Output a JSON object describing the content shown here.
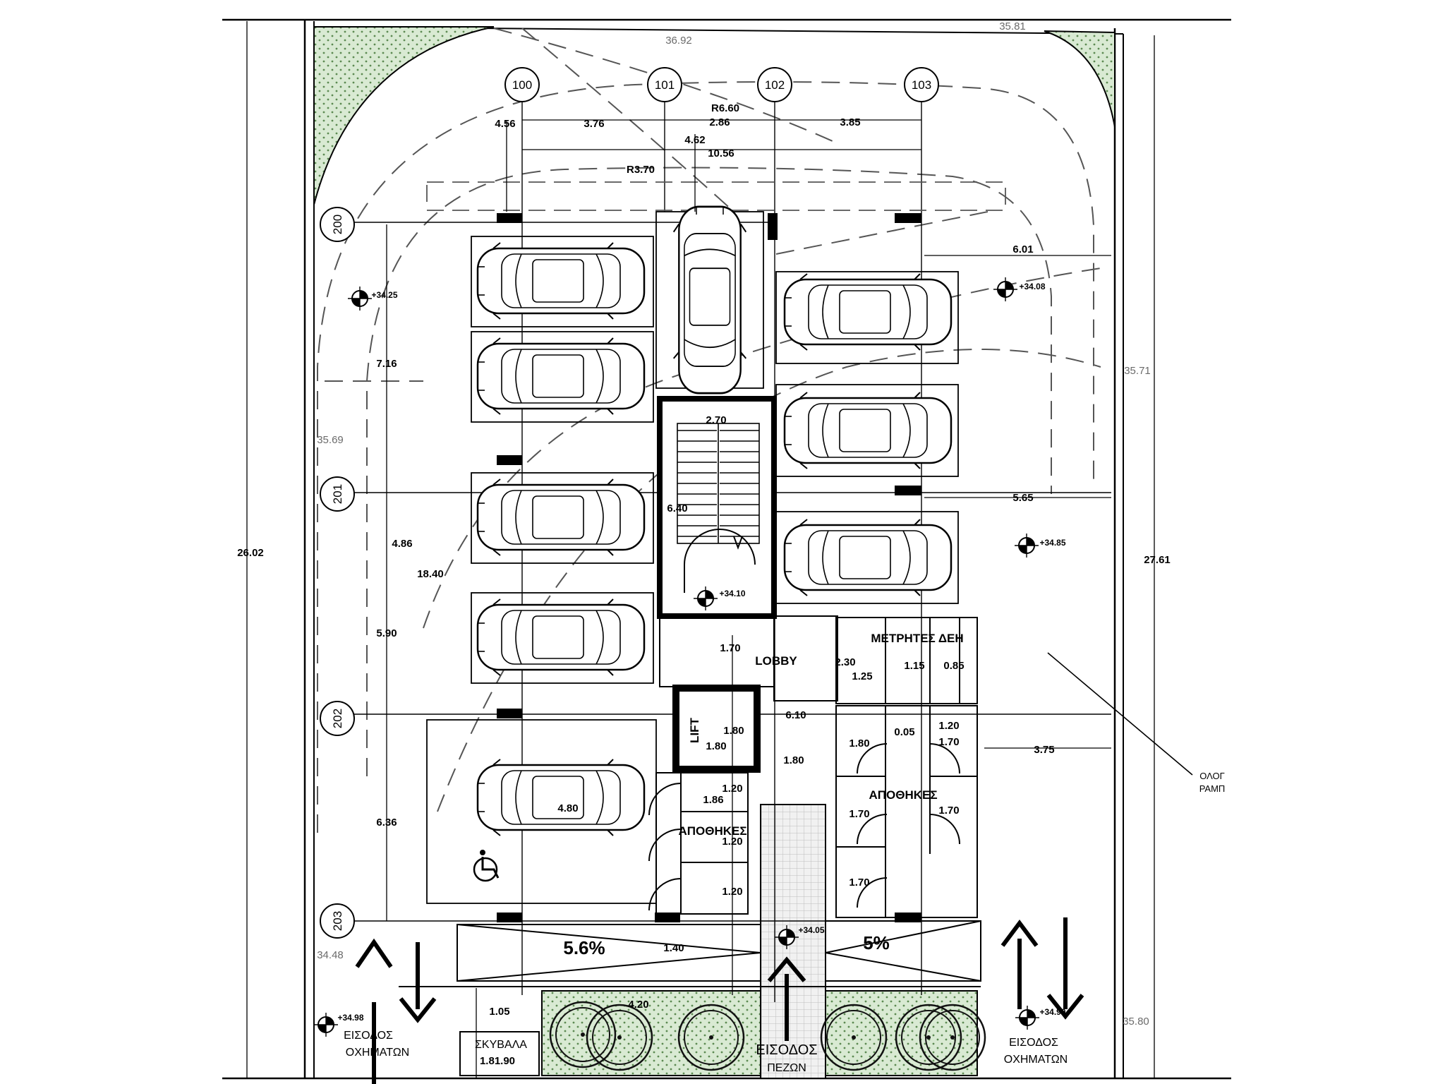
{
  "grid_axes": {
    "columns": [
      "100",
      "101",
      "102",
      "103"
    ],
    "rows": [
      "200",
      "201",
      "202",
      "203"
    ]
  },
  "dimensions": {
    "overall_left": "26.02",
    "overall_right": "27.61",
    "top_bays": [
      "3.76",
      "2.86",
      "3.85"
    ],
    "top_total": "10.56",
    "top_left_offset": "4.56",
    "top_mid": "4.62",
    "radius_outer": "R6.60",
    "radius_inner": "R3.70",
    "row_spans": [
      "7.16",
      "5.90",
      "6.36"
    ],
    "row_total": "18.40",
    "left_bay": "4.86",
    "stair_width": "2.70",
    "stair_length": "6.40",
    "lobby_depth": "1.70",
    "lift_h": "1.80",
    "lift_w": "1.80",
    "corridor": "1.80",
    "core_width": "6.10",
    "meter_a": "2.30",
    "meter_b": "1.25",
    "meter_c": "1.15",
    "meter_d": "0.85",
    "store_a": "1.80",
    "store_b": "0.05",
    "store_c": "1.20",
    "store_d": "1.70",
    "store_e": "1.70",
    "store_f": "1.70",
    "store_g": "1.70",
    "store_left_a": "1.86",
    "store_left_b": "1.20",
    "store_left_c": "1.20",
    "store_left_d": "1.20",
    "accessible_bay": "4.80",
    "right_drive_top": "6.01",
    "right_drive_mid": "5.65",
    "right_drive_low": "3.75",
    "ramp_gap": "1.40",
    "gate_offset": "1.05",
    "planter": "4.20",
    "bin_area": "1.81.90"
  },
  "levels": {
    "top_left": "+34.25",
    "top_right": "+34.08",
    "mid_right": "+34.85",
    "stair": "+34.10",
    "ramp_mid": "+34.05",
    "bottom_left": "+34.98",
    "bottom_right": "+34.90"
  },
  "boundary_levels": {
    "top_mid": "36.92",
    "top_right": "35.81",
    "left": "35.69",
    "right": "35.71",
    "bottom_left": "34.48",
    "bottom_right": "35.80"
  },
  "rooms": {
    "lobby": "LOBBY",
    "lift": "LIFT",
    "meters": "ΜΕΤΡΗΤΕΣ ΔΕΗ",
    "storage_right": "ΑΠΟΘΗΚΕΣ",
    "storage_left": "ΑΠΟΘΗΚΕΣ"
  },
  "ramps": {
    "left": "5.6%",
    "right": "5%"
  },
  "labels": {
    "vehicle_entry_left": [
      "ΕΙΣΟΔΟΣ",
      "ΟΧΗΜΑΤΩΝ"
    ],
    "vehicle_entry_right": [
      "ΕΙΣΟΔΟΣ",
      "ΟΧΗΜΑΤΩΝ"
    ],
    "pedestrian_entry": [
      "ΕΙΣΟΔΟΣ",
      "ΠΕΖΩΝ"
    ],
    "bins": "ΣΚΥΒΑΛΑ",
    "ramp_note": [
      "ΟΛΟΓ",
      "ΡΑΜΠ"
    ]
  }
}
